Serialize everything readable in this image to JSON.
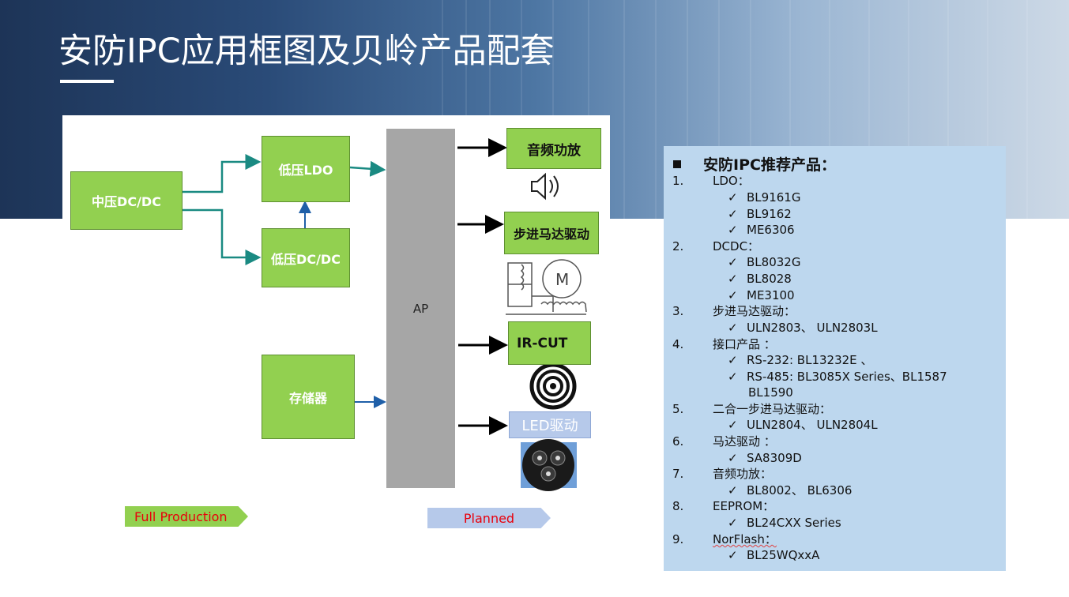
{
  "title": "安防IPC应用框图及贝岭产品配套",
  "diagram": {
    "boxes": {
      "mid_dcdc": "中压DC/DC",
      "low_ldo": "低压LDO",
      "low_dcdc": "低压DC/DC",
      "storage": "存储器",
      "ap": "AP"
    },
    "outputs": {
      "audio_amp": "音频功放",
      "stepper_driver": "步进马达驱动",
      "ir_cut": "IR-CUT",
      "led_driver": "LED驱动"
    },
    "motor_label": "M",
    "legend": {
      "full_production": "Full Production",
      "planned": "Planned"
    },
    "colors": {
      "full_production": "#92d050",
      "planned": "#b6c9ea",
      "ap": "#a6a6a6",
      "arrow_teal": "#1a8a82",
      "arrow_blue": "#1f5fa8"
    }
  },
  "panel": {
    "heading": "安防IPC推荐产品：",
    "categories": [
      {
        "num": "1.",
        "name": "LDO：",
        "items": [
          "BL9161G",
          "BL9162",
          "ME6306"
        ]
      },
      {
        "num": "2.",
        "name": "DCDC：",
        "items": [
          "BL8032G",
          "BL8028",
          "ME3100"
        ]
      },
      {
        "num": "3.",
        "name": "步进马达驱动：",
        "items": [
          "ULN2803、 ULN2803L"
        ]
      },
      {
        "num": "4.",
        "name": "接口产品 ：",
        "items": [
          "RS-232: BL13232E 、",
          "RS-485: BL3085X Series、BL1587",
          "BL1590"
        ]
      },
      {
        "num": "5.",
        "name": "二合一步进马达驱动：",
        "items": [
          "ULN2804、 ULN2804L"
        ]
      },
      {
        "num": "6.",
        "name": "马达驱动 ：",
        "items": [
          "SA8309D"
        ]
      },
      {
        "num": "7.",
        "name": "音频功放：",
        "items": [
          "BL8002、 BL6306"
        ]
      },
      {
        "num": "8.",
        "name": "EEPROM：",
        "items": [
          "BL24CXX Series"
        ]
      },
      {
        "num": "9.",
        "name": "NorFlash：",
        "items": [
          "BL25WQxxA"
        ]
      }
    ],
    "check": "✓"
  }
}
